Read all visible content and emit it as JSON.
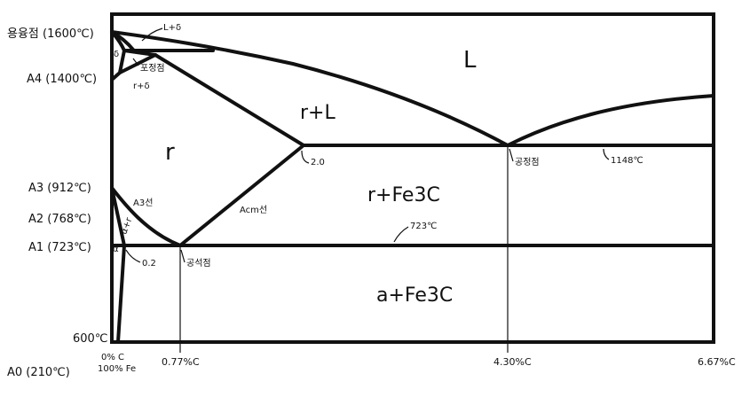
{
  "left_labels": {
    "melting": "용융점 (1600℃)",
    "a4": "A4 (1400℃)",
    "a3": "A3 (912℃)",
    "a2": "A2 (768℃)",
    "a1": "A1 (723℃)",
    "t600": "600℃",
    "a0": "A0 (210℃)"
  },
  "phase_labels": {
    "liquid": "L",
    "l_delta": "L+δ",
    "delta": "δ",
    "gamma_delta": "r+δ",
    "peritectic": "포정점",
    "gamma_l": "r+L",
    "gamma": "r",
    "gamma_fe3c": "r+Fe3C",
    "alpha_fe3c": "a+Fe3C",
    "alpha_gamma": "α+r",
    "alpha": "α",
    "a3_line": "A3선",
    "acm_line": "Acm선",
    "eutectoid": "공석점",
    "eutectic": "공정점"
  },
  "annotations": {
    "c_2_0": "2.0",
    "c_0_2": "0.2",
    "t_1148": "1148℃",
    "t_723": "723℃"
  },
  "bottom_labels": {
    "zero_c": "0% C",
    "hundred_fe": "100% Fe",
    "c_077": "0.77%C",
    "c_430": "4.30%C",
    "c_667": "6.67%C"
  }
}
